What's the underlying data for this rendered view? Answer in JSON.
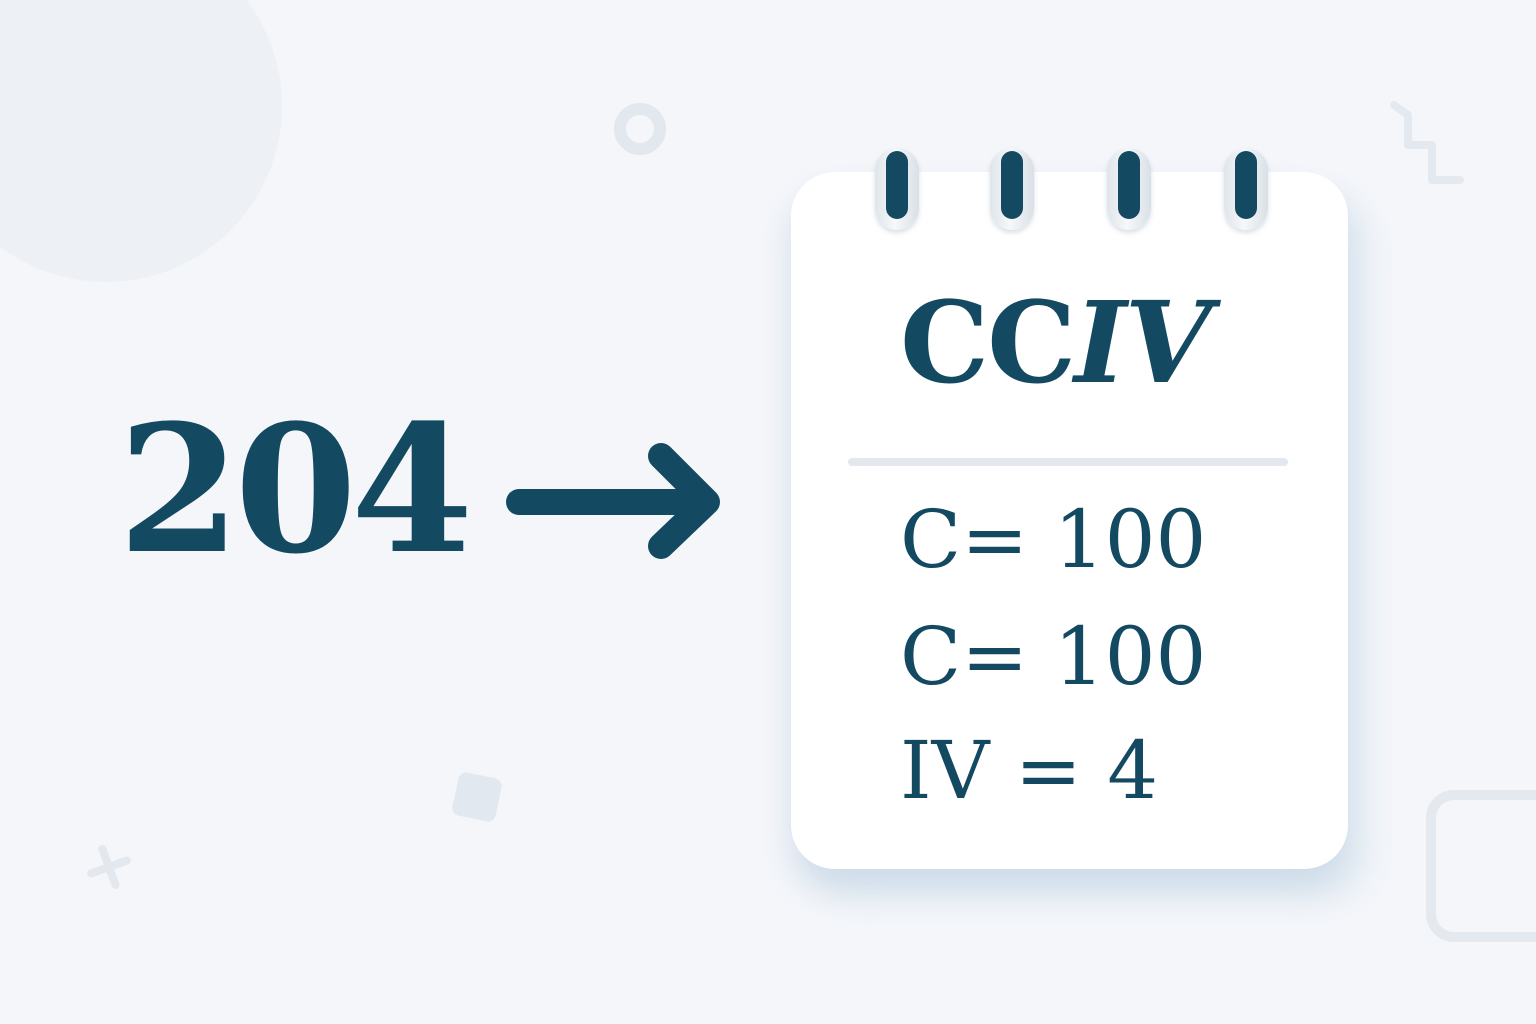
{
  "illustration": {
    "input_number": "204",
    "arrow_icon": "right-arrow",
    "result": {
      "roman_numeral_part1": "CC",
      "roman_numeral_part2": "IV"
    },
    "breakdown": [
      {
        "symbol": "C",
        "operator": "=",
        "value": "100"
      },
      {
        "symbol": "C",
        "operator": "=",
        "value": "100"
      },
      {
        "symbol": "IV",
        "operator": "=",
        "value": "4"
      }
    ]
  },
  "colors": {
    "primary_text": "#134a62",
    "background": "#f4f6fa",
    "card": "#ffffff",
    "decoration": "#e3e8ee"
  }
}
